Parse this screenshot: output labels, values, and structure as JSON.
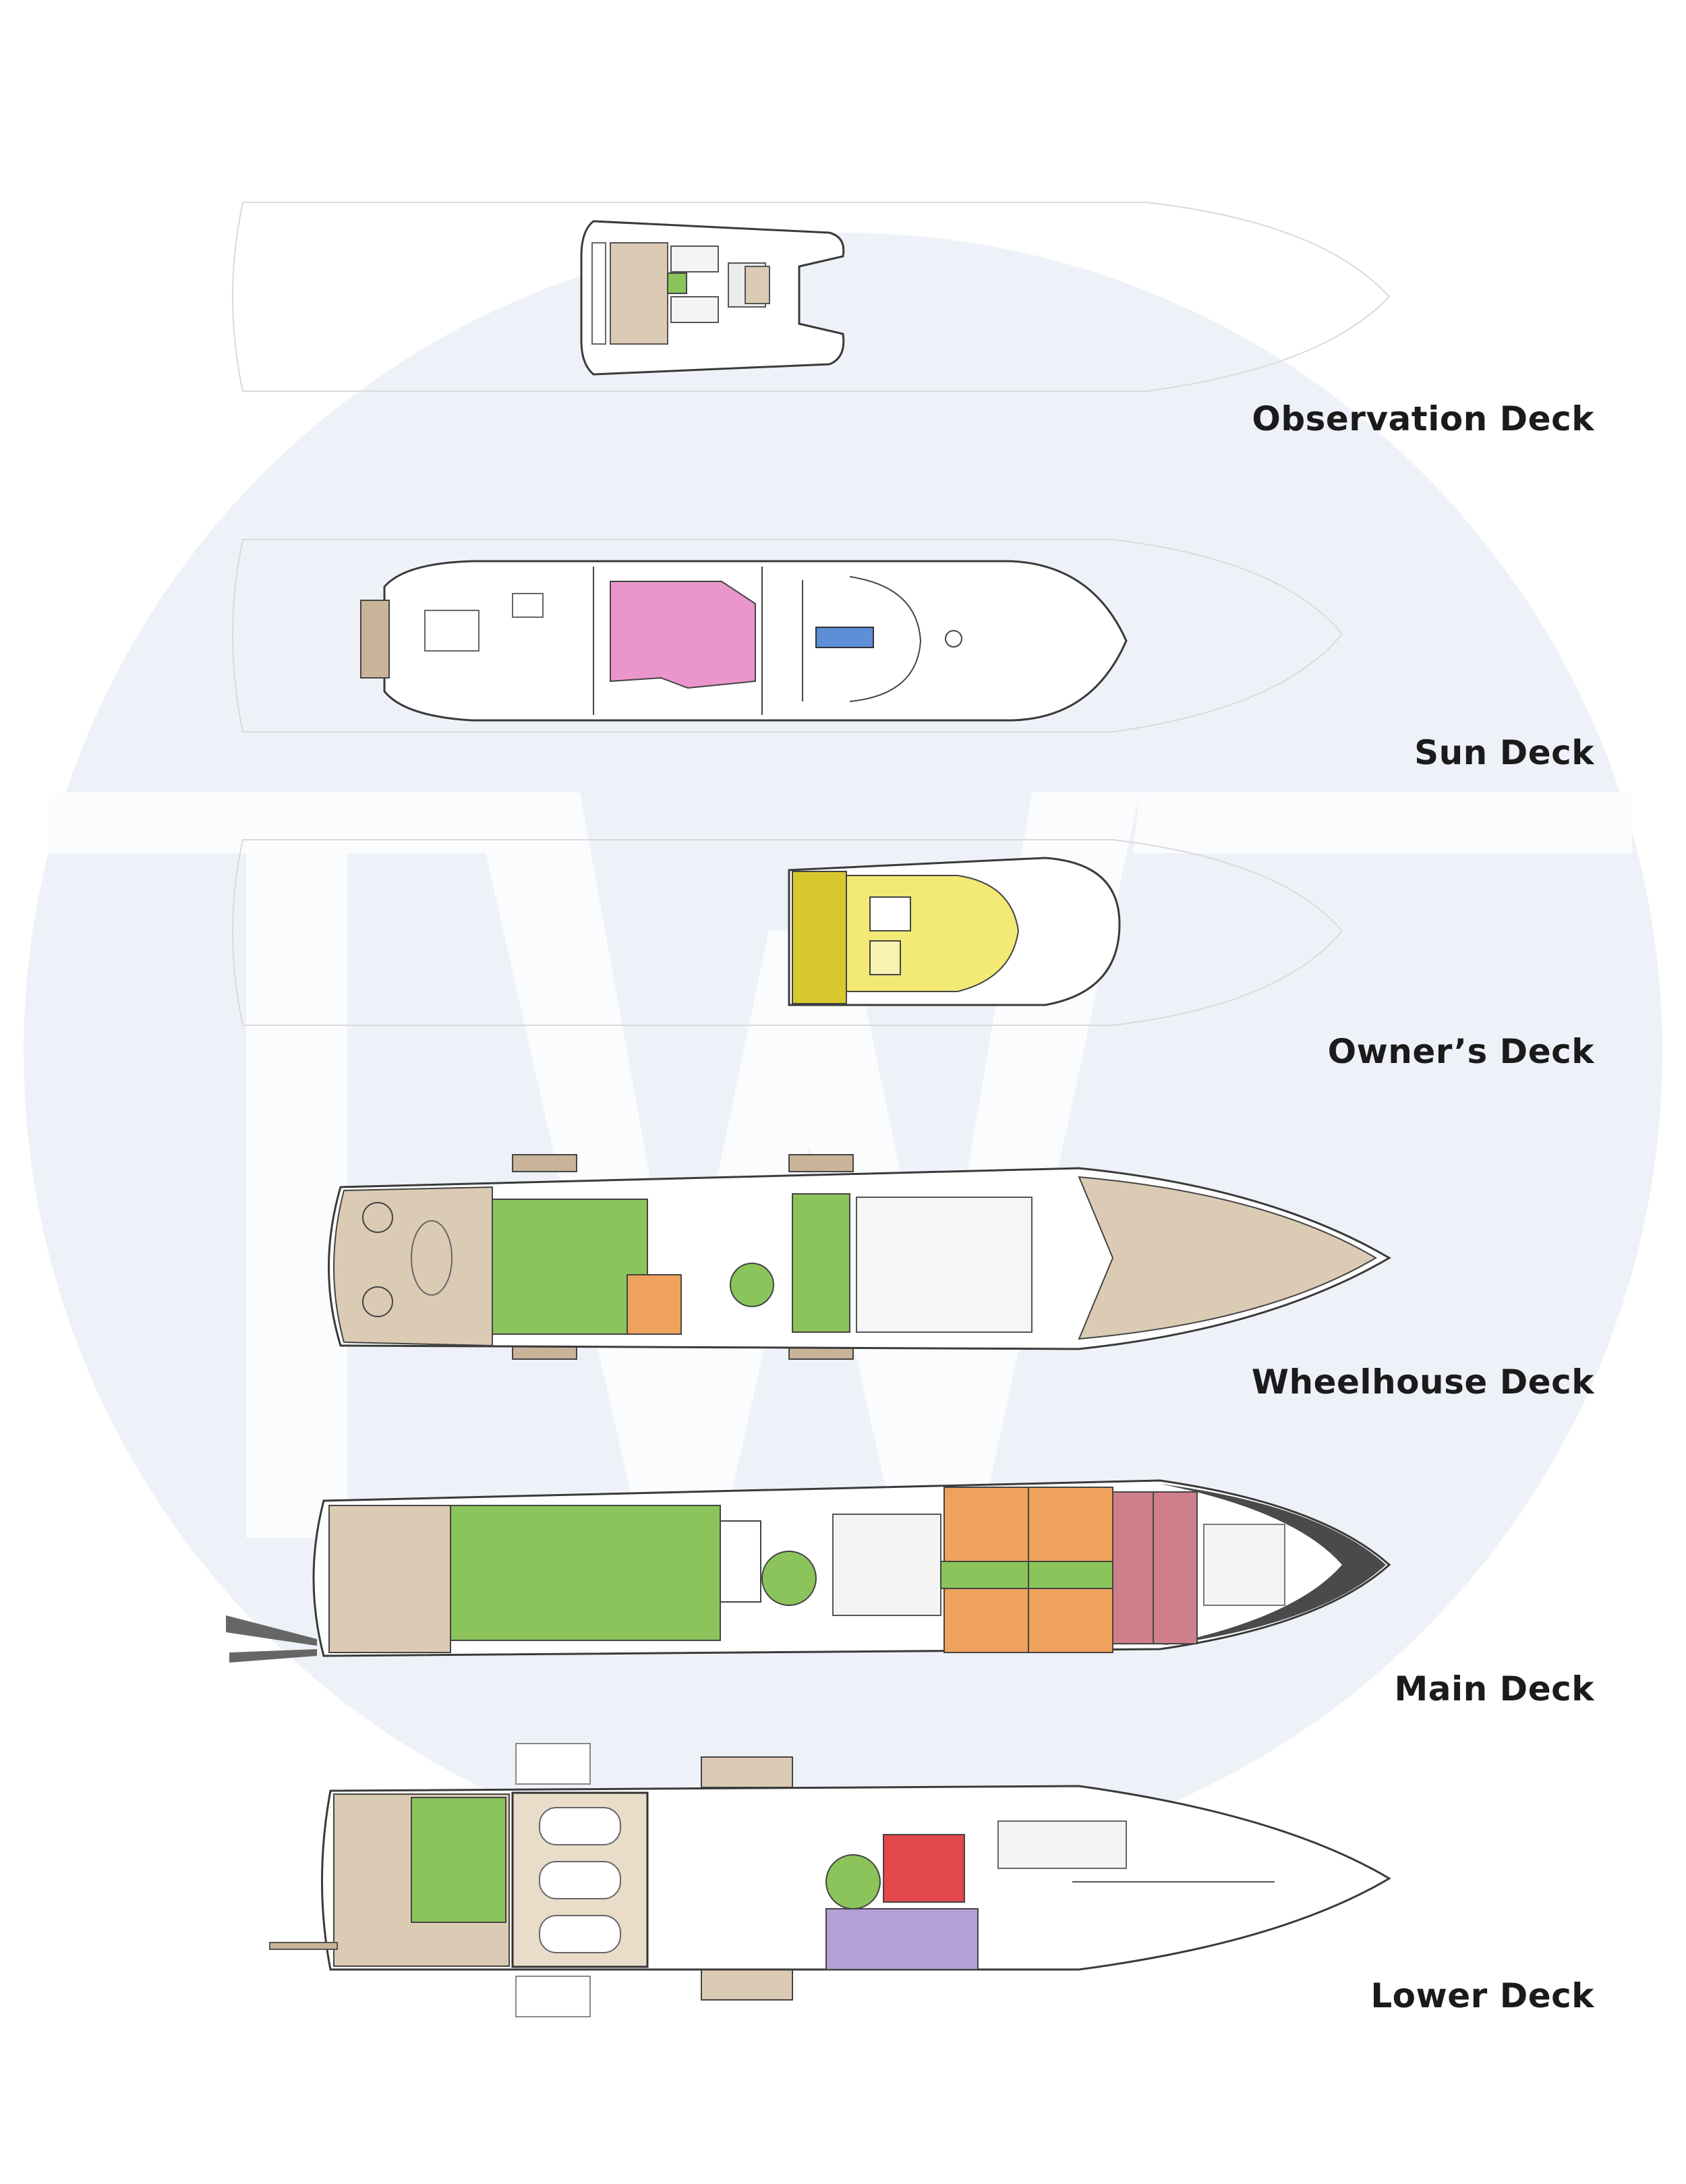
{
  "decks": [
    {
      "id": "observation",
      "label": "Observation Deck"
    },
    {
      "id": "sun",
      "label": "Sun Deck"
    },
    {
      "id": "owners",
      "label": "Owner’s Deck"
    },
    {
      "id": "wheelhouse",
      "label": "Wheelhouse Deck"
    },
    {
      "id": "main",
      "label": "Main Deck"
    },
    {
      "id": "lower",
      "label": "Lower Deck"
    }
  ],
  "watermark": {
    "text": "TW",
    "circle_color": "#eef2f8",
    "letter_color": "#fbfcfe"
  },
  "colors": {
    "outline": "#3a3a3a",
    "faint_outline": "#d6d6d6",
    "teak": "#dccbb4",
    "green": "#8ac45a",
    "orange": "#eea25c",
    "pink": "#ea96cc",
    "yellow": "#f2ea74",
    "yellow_dark": "#d8c82e",
    "rose": "#cf7f8a",
    "red": "#e2484c",
    "purple": "#b6a0d8",
    "blue": "#5c8fd8"
  }
}
